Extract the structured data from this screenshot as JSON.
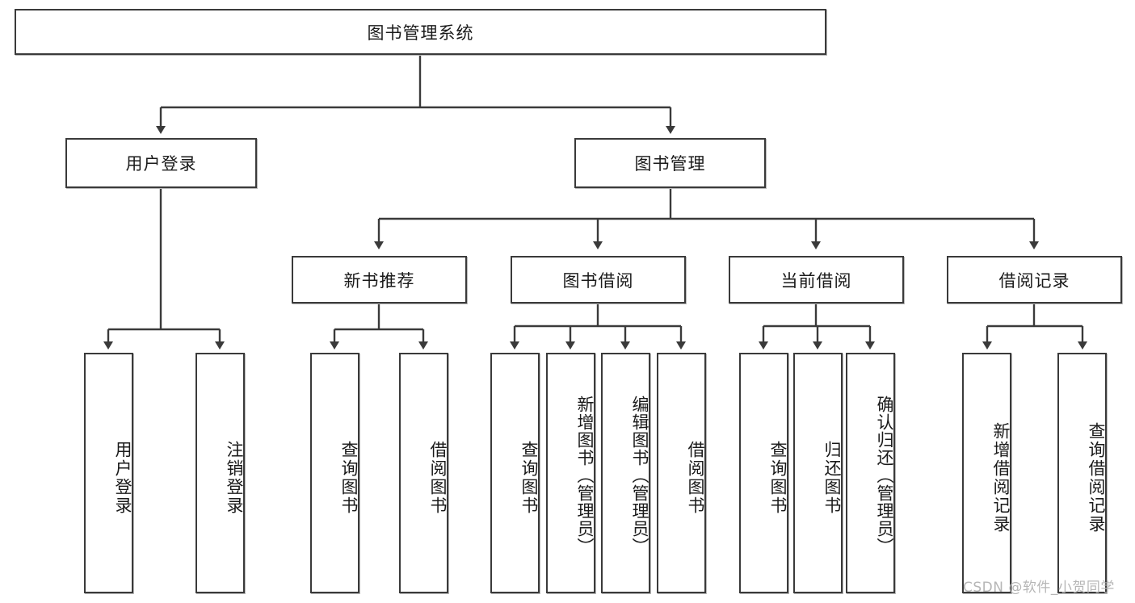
{
  "diagram": {
    "type": "tree-hierarchy",
    "title": "图书管理系统",
    "root": {
      "label": "图书管理系统"
    },
    "level2": [
      {
        "label": "用户登录"
      },
      {
        "label": "图书管理"
      }
    ],
    "level3": [
      {
        "label": "新书推荐"
      },
      {
        "label": "图书借阅"
      },
      {
        "label": "当前借阅"
      },
      {
        "label": "借阅记录"
      }
    ],
    "leaves": {
      "user_login": [
        {
          "label": "用户登录"
        },
        {
          "label": "注销登录"
        }
      ],
      "new_book_recommend": [
        {
          "label": "查询图书"
        },
        {
          "label": "借阅图书"
        }
      ],
      "book_borrow": [
        {
          "label": "查询图书"
        },
        {
          "label": "新增图书（管理员）"
        },
        {
          "label": "编辑图书（管理员）"
        },
        {
          "label": "借阅图书"
        }
      ],
      "current_borrow": [
        {
          "label": "查询图书"
        },
        {
          "label": "归还图书"
        },
        {
          "label": "确认归还（管理员）"
        }
      ],
      "borrow_record": [
        {
          "label": "新增借阅记录"
        },
        {
          "label": "查询借阅记录"
        }
      ]
    }
  },
  "watermark": {
    "text": "CSDN @软件_小贺同学"
  },
  "colors": {
    "border": "#3a3a3a",
    "line": "#3a3a3a",
    "background": "#ffffff",
    "text": "#1a1a1a",
    "watermark": "#b6b6b6"
  }
}
